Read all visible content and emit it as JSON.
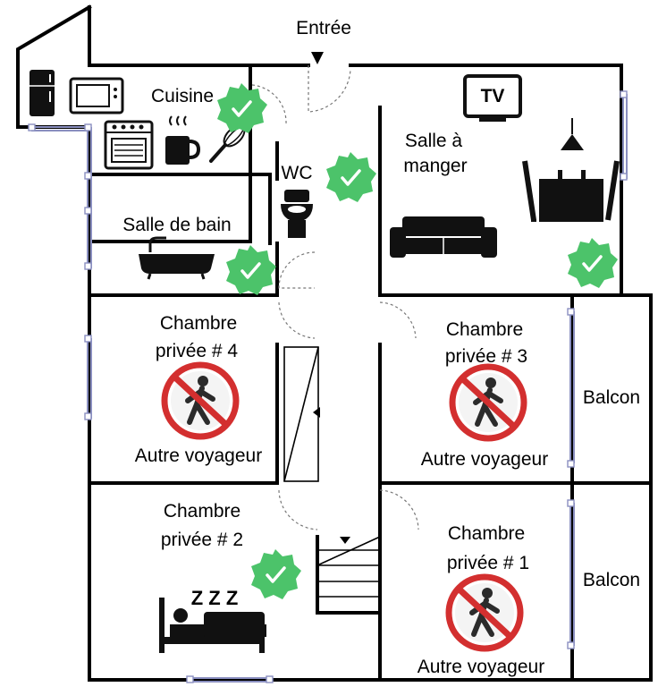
{
  "labels": {
    "entree": "Entrée",
    "cuisine": "Cuisine",
    "wc": "WC",
    "salle_manger_1": "Salle à",
    "salle_manger_2": "manger",
    "tv": "TV",
    "salle_bain": "Salle de bain",
    "chambre4_1": "Chambre",
    "chambre4_2": "privée # 4",
    "chambre4_autre": "Autre voyageur",
    "chambre3_1": "Chambre",
    "chambre3_2": "privée # 3",
    "chambre3_autre": "Autre voyageur",
    "balcon_top": "Balcon",
    "chambre2_1": "Chambre",
    "chambre2_2": "privée # 2",
    "chambre1_1": "Chambre",
    "chambre1_2": "privée # 1",
    "chambre1_autre": "Autre voyageur",
    "balcon_bottom": "Balcon",
    "zzz": "Z Z Z"
  },
  "colors": {
    "walls": "#000000",
    "windows": "#8a8fc0",
    "check_badge": "#4cc36a",
    "no_entry_red": "#d32f2f",
    "pedestrian": "#2b2b2b"
  },
  "icons": {
    "available": "green-check-badge-icon",
    "restricted": "no-pedestrian-sign-icon"
  }
}
